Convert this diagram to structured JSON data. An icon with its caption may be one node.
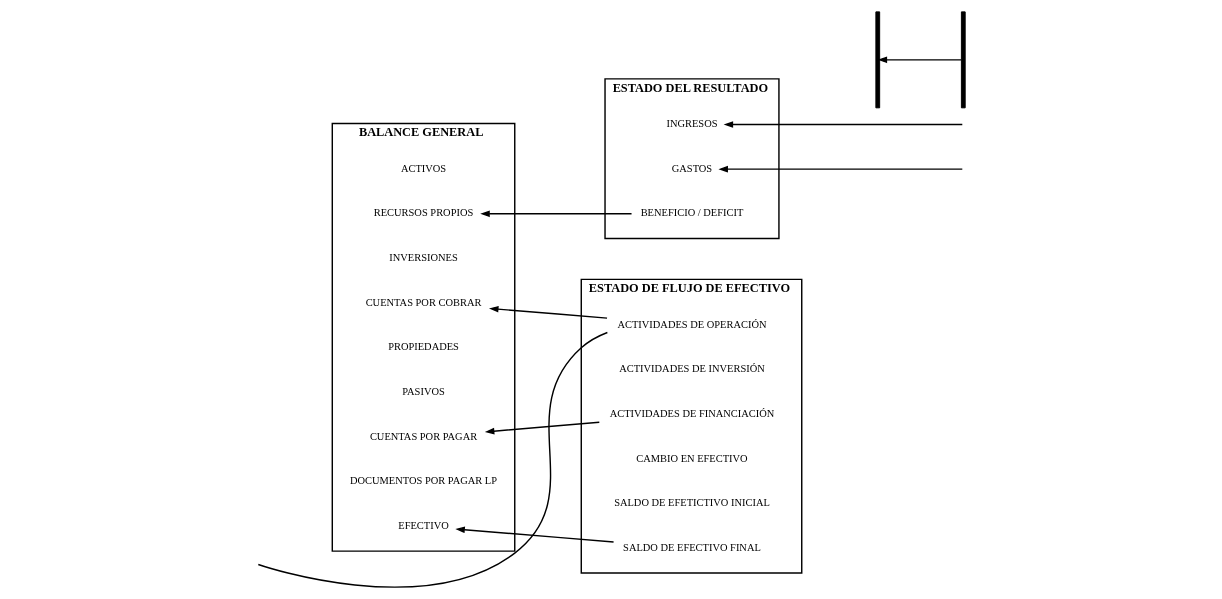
{
  "diagram": {
    "nodes": [
      {
        "text": [
          "BALANCE GENERAL"
        ]
      },
      {
        "text": [
          "ACTIVOS"
        ],
        "in": 0
      },
      {
        "text": [
          "EFECTIVO"
        ],
        "in": 0
      },
      {
        "text": [
          "INVERSIONES"
        ],
        "in": 0
      },
      {
        "text": [
          "CUENTAS POR COBRAR"
        ],
        "in": 0
      },
      {
        "text": [
          "PROPIEDADES"
        ],
        "in": 0
      },
      {
        "text": [
          "PASIVOS"
        ],
        "in": 0
      },
      {
        "text": [
          "CUENTAS POR PAGAR"
        ],
        "in": 0
      },
      {
        "text": [
          "DOCUMENTOS POR PAGAR LP"
        ],
        "in": 0
      },
      {
        "text": [
          "RECURSOS PROPIOS"
        ],
        "in": 0
      },
      {
        "text": [],
        "shape": "brace"
      },
      {
        "text": [],
        "shape": "brace"
      },
      {
        "text": [
          "ESTADO DEL RESULTADO"
        ]
      },
      {
        "text": [
          "INGRESOS"
        ],
        "in": 12
      },
      {
        "text": [
          "GASTOS"
        ],
        "in": 12
      },
      {
        "text": [
          "BENEFICIO / DEFICIT"
        ],
        "in": 12
      },
      {
        "text": [
          "ESTADO DE FLUJO DE EFECTIVO"
        ]
      },
      {
        "text": [
          "ACTIVIDADES DE OPERACIÓN"
        ],
        "in": 16
      },
      {
        "text": [
          "ACTIVIDADES DE INVERSIÓN"
        ],
        "in": 16
      },
      {
        "text": [
          "ACTIVIDADES DE FINANCIACIÓN"
        ],
        "in": 16
      },
      {
        "text": [
          "CAMBIO EN EFECTIVO"
        ],
        "in": 16
      },
      {
        "text": [
          "SALDO DE EFETICTIVO INICIAL"
        ],
        "in": 16
      },
      {
        "text": [
          "SALDO DE EFECTIVO FINAL"
        ],
        "in": 16
      }
    ],
    "edges": [
      {
        "from": 11,
        "to": 10,
        "arrow": "to"
      },
      {
        "from": null,
        "to": 13,
        "arrow": "to"
      },
      {
        "from": null,
        "to": 14,
        "arrow": "to"
      },
      {
        "from": 15,
        "to": 9,
        "arrow": "to"
      },
      {
        "from": 17,
        "to": null,
        "arrow": "none"
      },
      {
        "from": 17,
        "to": 4,
        "arrow": "to"
      },
      {
        "from": 19,
        "to": 7,
        "arrow": "to"
      },
      {
        "from": 22,
        "to": 2,
        "arrow": "to"
      }
    ]
  }
}
